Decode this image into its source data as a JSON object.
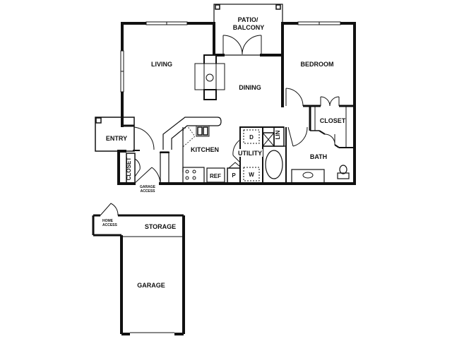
{
  "floor_plan": {
    "rooms": {
      "patio": {
        "line1": "PATIO/",
        "line2": "BALCONY"
      },
      "living": "LIVING",
      "dining": "DINING",
      "bedroom": "BEDROOM",
      "closet_bedroom": "CLOSET",
      "entry": "ENTRY",
      "closet_entry": "CLOSET",
      "kitchen": "KITCHEN",
      "utility": "UTILITY",
      "bath": "BATH",
      "storage": "STORAGE",
      "garage": "GARAGE"
    },
    "fixtures": {
      "dryer": "D",
      "washer": "W",
      "linen": "LIN",
      "refrigerator": "REF",
      "pantry": "P"
    },
    "annotations": {
      "garage_access": {
        "line1": "GARAGE",
        "line2": "ACCESS"
      },
      "home_access": {
        "line1": "HOME",
        "line2": "ACCESS"
      }
    },
    "colors": {
      "wall": "#111111",
      "background": "#ffffff"
    }
  }
}
